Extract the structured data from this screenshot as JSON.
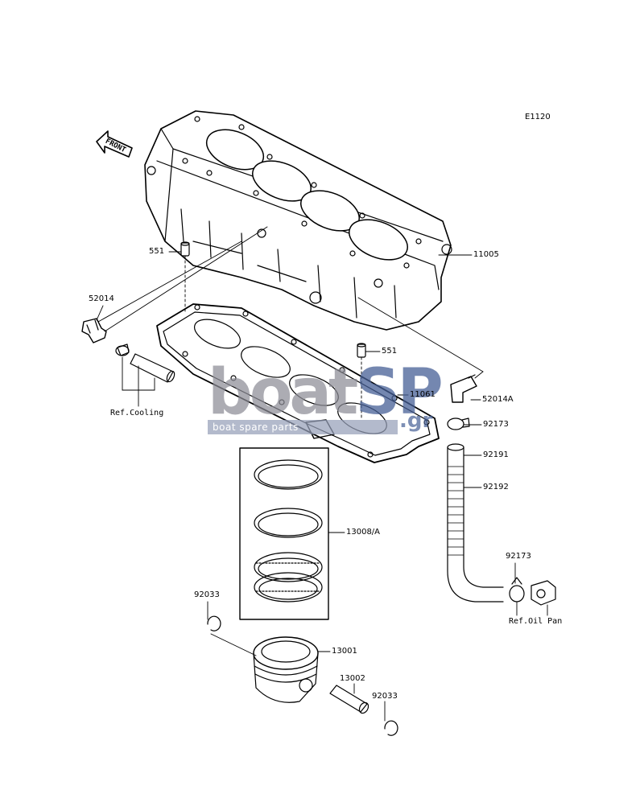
{
  "diagram_code": "E1120",
  "front_label": "FRONT",
  "parts": {
    "p11005": "11005",
    "p551_a": "551",
    "p551_b": "551",
    "p52014": "52014",
    "p52014a": "52014A",
    "p11061": "11061",
    "p92173_a": "92173",
    "p92191": "92191",
    "p92192": "92192",
    "p13008": "13008/A",
    "p92173_b": "92173",
    "p92033_a": "92033",
    "p13001": "13001",
    "p13002": "13002",
    "p92033_b": "92033"
  },
  "refs": {
    "cooling": "Ref.Cooling",
    "oil_pan": "Ref.Oil Pan"
  },
  "watermark": {
    "brand_a": "boat",
    "brand_b": "SP",
    "suffix": ".gr",
    "tagline": "boat spare parts"
  }
}
